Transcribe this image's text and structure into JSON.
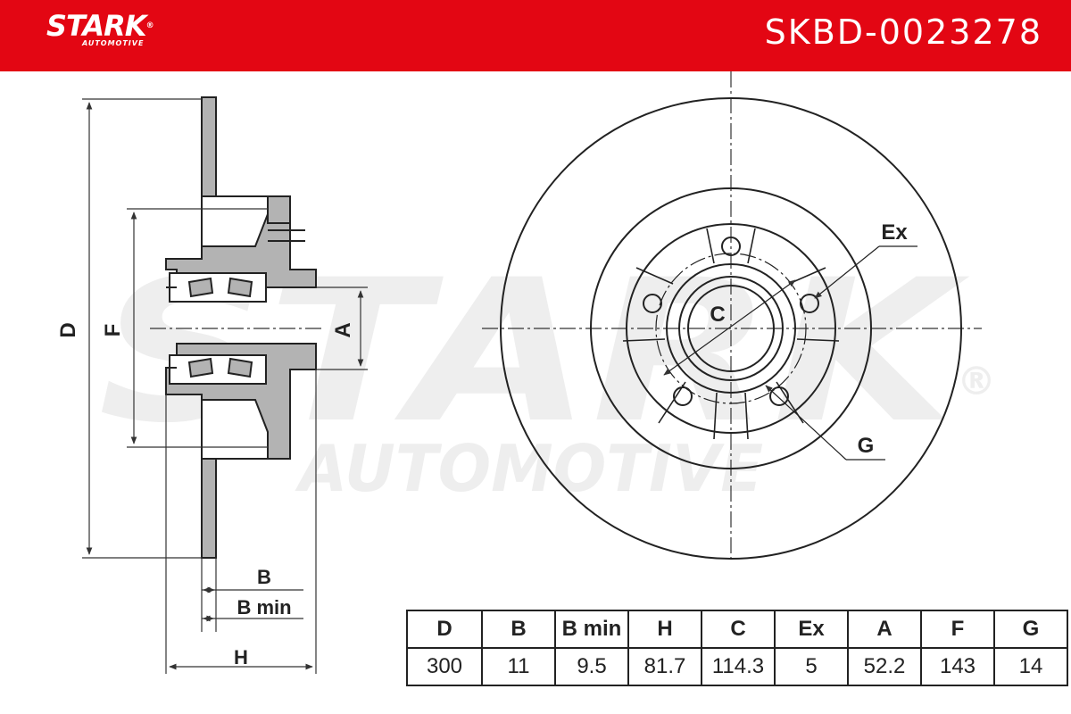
{
  "header": {
    "brand": "STARK",
    "brand_sub": "AUTOMOTIVE",
    "reg_mark": "®",
    "part_number": "SKBD-0023278",
    "color": "#e30613"
  },
  "watermark": {
    "main": "STARK",
    "sub": "AUTOMOTIVE",
    "reg_mark": "®"
  },
  "labels": {
    "D": "D",
    "F": "F",
    "A": "A",
    "B": "B",
    "B_min": "B min",
    "H": "H",
    "C": "C",
    "Ex": "Ex",
    "G": "G"
  },
  "spec_table": {
    "headers": [
      "D",
      "B",
      "B min",
      "H",
      "C",
      "Ex",
      "A",
      "F",
      "G"
    ],
    "values": [
      "300",
      "11",
      "9.5",
      "81.7",
      "114.3",
      "5",
      "52.2",
      "143",
      "14"
    ]
  }
}
